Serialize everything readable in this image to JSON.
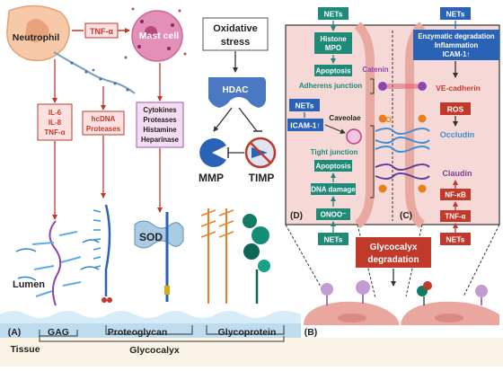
{
  "panel_a": {
    "neutrophil": "Neutrophil",
    "tnf": "TNF-α",
    "mast_cell": "Mast cell",
    "cytokine_box": [
      "IL-6",
      "IL-8",
      "TNF-α"
    ],
    "hcdna_box": [
      "hcDNA",
      "Proteases"
    ],
    "mast_box": [
      "Cytokines",
      "Proteases",
      "Histamine",
      "Heparinase"
    ],
    "ox_stress": [
      "Oxidative",
      "stress"
    ],
    "hdac": "HDAC",
    "mmp": "MMP",
    "timp": "TIMP",
    "sod": "SOD",
    "lumen": "Lumen",
    "label_a": "(A)",
    "gag": "GAG",
    "proteoglycan": "Proteoglycan",
    "glycoprotein": "Glycoprotein",
    "tissue": "Tissue",
    "glycocalyx": "Glycocalyx"
  },
  "panel_b": {
    "label_b": "(B)",
    "label_c": "(C)",
    "label_d": "(D)",
    "degradation": [
      "Glycocalyx",
      "degradation"
    ],
    "d": {
      "nets_top": "NETs",
      "histone": [
        "Histone",
        "MPO"
      ],
      "apoptosis_top": "Apoptosis",
      "adherens": "Adherens junction",
      "catenin": "Catenin",
      "nets_left": "NETs",
      "icam": "ICAM-1↑",
      "caveolae": "Caveolae",
      "zo": "ZO",
      "tight": "Tight junction",
      "apoptosis_bottom": "Apoptosis",
      "dna_damage": "DNA damage",
      "onoo": "ONOO⁻",
      "nets_bottom": "NETs"
    },
    "c": {
      "nets_top": "NETs",
      "enzymatic": [
        "Enzymatic degradation",
        "Inflammation",
        "ICAM-1↑"
      ],
      "ve_cadherin": "VE-cadherin",
      "ros": "ROS",
      "occludin": "Occludin",
      "claudin": "Claudin",
      "nfkb": "NF-κB",
      "tnf": "TNF-α",
      "nets_bottom": "NETs"
    }
  },
  "colors": {
    "teal_box": "#1f8a78",
    "red_box": "#c0392b",
    "blue_box": "#2a63b5",
    "arrow_red": "#c0392b",
    "panel_pink": "#f6d9d6",
    "cell_pink": "#eaa7a0",
    "tissue_blue": "#bfdcee",
    "occludin_text": "#3f8ed6",
    "catenin_text": "#8e44ad",
    "ve_cadherin_text": "#c0392b",
    "claudin_text": "#7d3c98"
  }
}
